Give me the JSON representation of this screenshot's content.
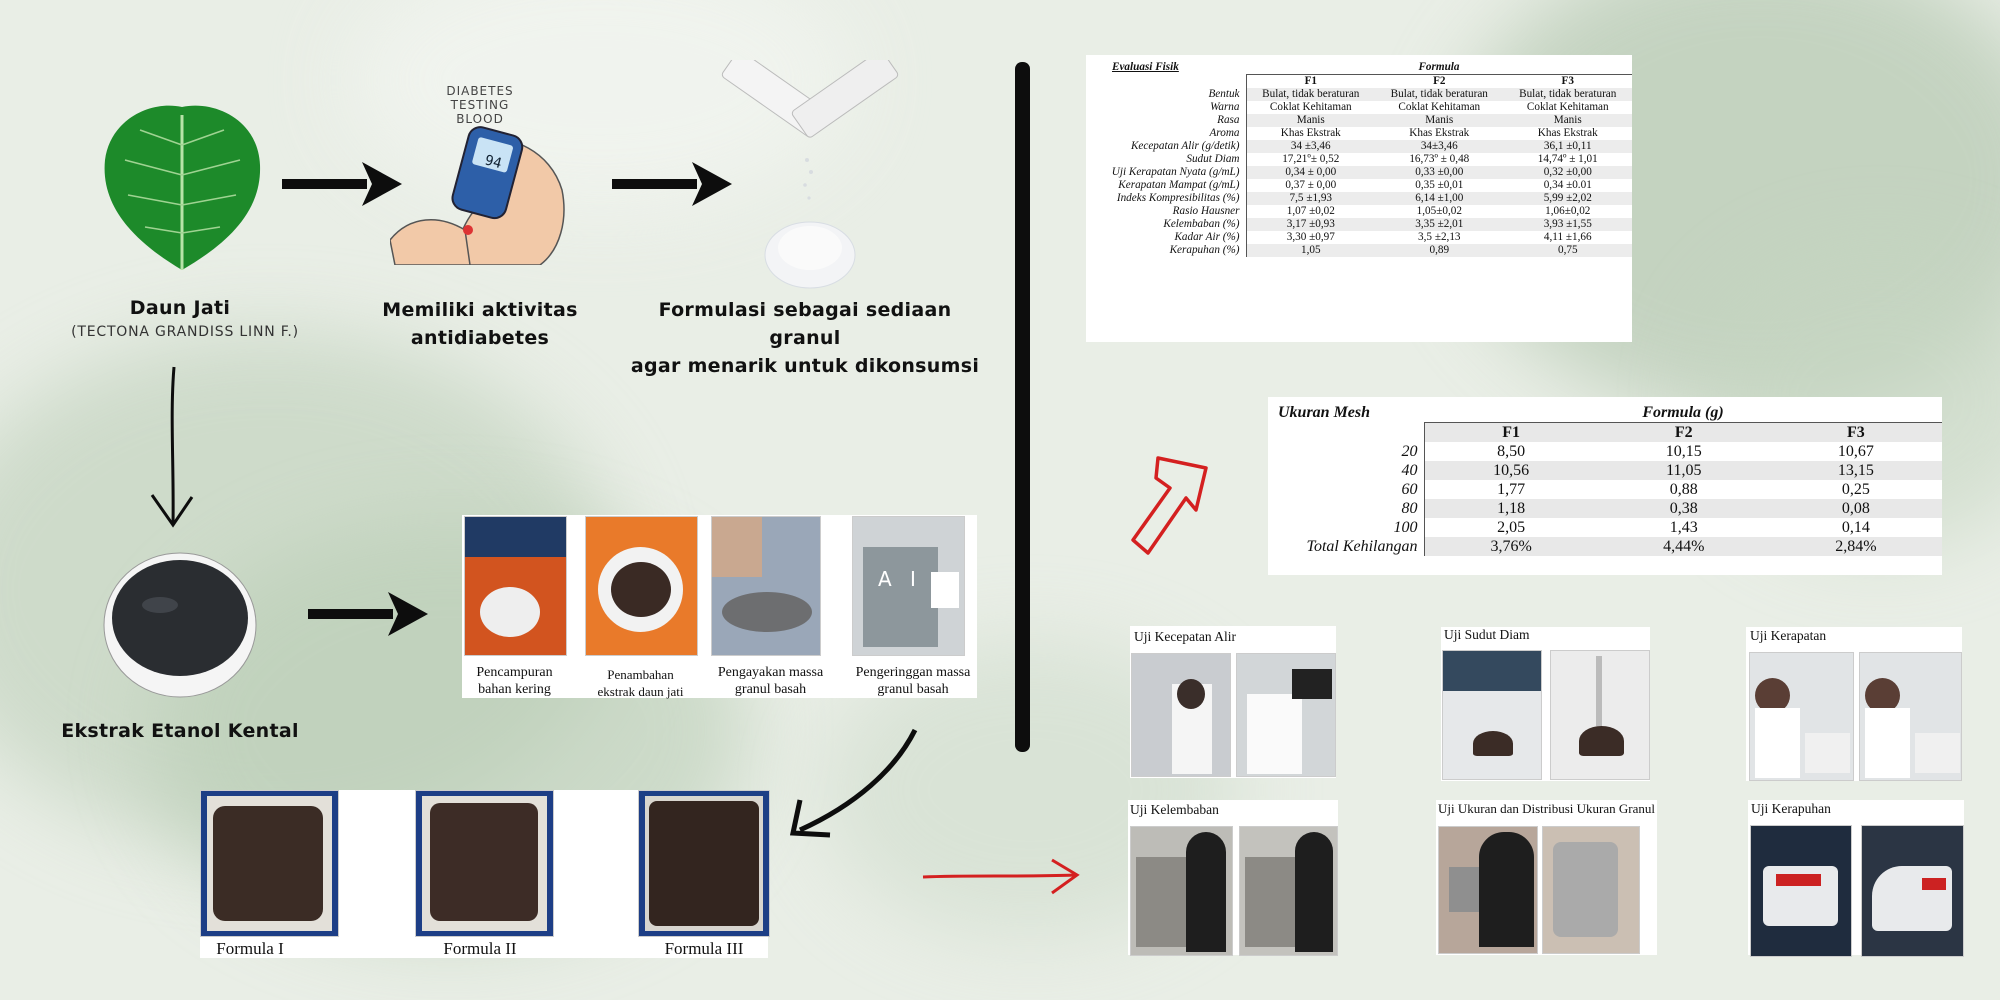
{
  "top_flow": {
    "leaf_title": "Daun Jati",
    "leaf_subtitle": "(TECTONA GRANDISS LINN F.)",
    "diabetes_label_line1": "Memiliki aktivitas",
    "diabetes_label_line2": "antidiabetes",
    "meter_text_line1": "DIABETES",
    "meter_text_line2": "TESTING BLOOD",
    "meter_reading": "94",
    "formulation_line1": "Formulasi sebagai sediaan granul",
    "formulation_line2": "agar menarik untuk dikonsumsi",
    "extract_label": "Ekstrak Etanol Kental"
  },
  "process_steps": [
    {
      "line1": "Pencampuran",
      "line2": "bahan kering"
    },
    {
      "line1": "Penambahan",
      "line2": "ekstrak daun jati"
    },
    {
      "line1": "Pengayakan massa",
      "line2": "granul basah"
    },
    {
      "line1": "Pengeringgan massa",
      "line2": "granul basah"
    }
  ],
  "formulas": [
    "Formula I",
    "Formula II",
    "Formula III"
  ],
  "table_physical": {
    "header_left": "Evaluasi Fisik",
    "header_group": "Formula",
    "columns": [
      "F1",
      "F2",
      "F3"
    ],
    "rows": [
      {
        "label": "Bentuk",
        "v": [
          "Bulat, tidak beraturan",
          "Bulat, tidak beraturan",
          "Bulat, tidak beraturan"
        ]
      },
      {
        "label": "Warna",
        "v": [
          "Coklat Kehitaman",
          "Coklat Kehitaman",
          "Coklat Kehitaman"
        ]
      },
      {
        "label": "Rasa",
        "v": [
          "Manis",
          "Manis",
          "Manis"
        ]
      },
      {
        "label": "Aroma",
        "v": [
          "Khas Ekstrak",
          "Khas Ekstrak",
          "Khas Ekstrak"
        ]
      },
      {
        "label": "Kecepatan Alir (g/detik)",
        "v": [
          "34 ±3,46",
          "34±3,46",
          "36,1 ±0,11"
        ]
      },
      {
        "label": "Sudut Diam",
        "v": [
          "17,21º± 0,52",
          "16,73º ± 0,48",
          "14,74º ± 1,01"
        ]
      },
      {
        "label": "Uji Kerapatan Nyata (g/mL)",
        "v": [
          "0,34 ± 0,00",
          "0,33 ±0,00",
          "0,32 ±0,00"
        ]
      },
      {
        "label": "Kerapatan Mampat (g/mL)",
        "v": [
          "0,37 ± 0,00",
          "0,35 ±0,01",
          "0,34 ±0.01"
        ]
      },
      {
        "label": "Indeks Kompresibilitas (%)",
        "v": [
          "7,5 ±1,93",
          "6,14 ±1,00",
          "5,99 ±2,02"
        ]
      },
      {
        "label": "Rasio Hausner",
        "v": [
          "1,07 ±0,02",
          "1,05±0,02",
          "1,06±0,02"
        ]
      },
      {
        "label": "Kelembaban (%)",
        "v": [
          "3,17 ±0,93",
          "3,35 ±2,01",
          "3,93 ±1,55"
        ]
      },
      {
        "label": "Kadar Air (%)",
        "v": [
          "3,30 ±0,97",
          "3,5 ±2,13",
          "4,11 ±1,66"
        ]
      },
      {
        "label": "Kerapuhan (%)",
        "v": [
          "1,05",
          "0,89",
          "0,75"
        ]
      }
    ]
  },
  "table_mesh": {
    "header_left": "Ukuran Mesh",
    "header_group": "Formula (g)",
    "columns": [
      "F1",
      "F2",
      "F3"
    ],
    "rows": [
      {
        "label": "20",
        "v": [
          "8,50",
          "10,15",
          "10,67"
        ]
      },
      {
        "label": "40",
        "v": [
          "10,56",
          "11,05",
          "13,15"
        ]
      },
      {
        "label": "60",
        "v": [
          "1,77",
          "0,88",
          "0,25"
        ]
      },
      {
        "label": "80",
        "v": [
          "1,18",
          "0,38",
          "0,08"
        ]
      },
      {
        "label": "100",
        "v": [
          "2,05",
          "1,43",
          "0,14"
        ]
      },
      {
        "label": "Total Kehilangan",
        "v": [
          "3,76%",
          "4,44%",
          "2,84%"
        ]
      }
    ]
  },
  "tests": [
    "Uji Kecepatan Alir",
    "Uji Sudut Diam",
    "Uji Kerapatan",
    "Uji Kelembaban",
    "Uji Ukuran dan Distribusi Ukuran Granul",
    "Uji Kerapuhan"
  ],
  "oven_text": "A I",
  "colors": {
    "arrow_black": "#0d0d0d",
    "arrow_red": "#d42020",
    "leaf_green": "#1d8a2a",
    "background": "#e9eee6"
  }
}
